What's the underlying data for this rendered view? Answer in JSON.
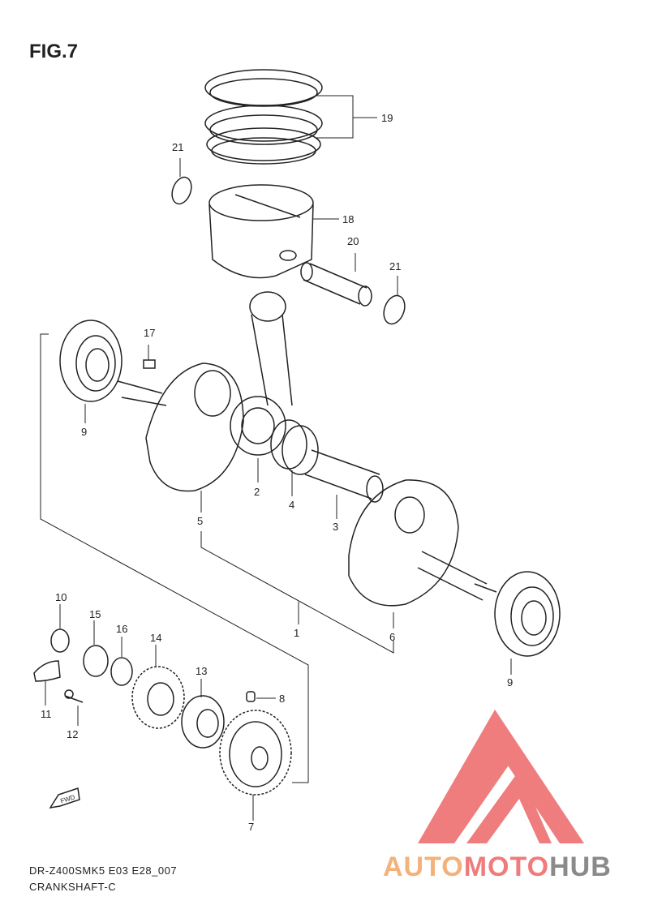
{
  "figure": {
    "title": "FIG.7"
  },
  "footer": {
    "line1": "DR-Z400SMK5 E03 E28_007",
    "line2": "CRANKSHAFT-C"
  },
  "parts": [
    {
      "ref": "1"
    },
    {
      "ref": "2"
    },
    {
      "ref": "3"
    },
    {
      "ref": "4"
    },
    {
      "ref": "5"
    },
    {
      "ref": "6"
    },
    {
      "ref": "7"
    },
    {
      "ref": "8"
    },
    {
      "ref": "9"
    },
    {
      "ref": "10"
    },
    {
      "ref": "11"
    },
    {
      "ref": "12"
    },
    {
      "ref": "13"
    },
    {
      "ref": "14"
    },
    {
      "ref": "15"
    },
    {
      "ref": "16"
    },
    {
      "ref": "17"
    },
    {
      "ref": "18"
    },
    {
      "ref": "19"
    },
    {
      "ref": "20"
    },
    {
      "ref": "21"
    }
  ],
  "direction_badge": {
    "label": "FWD"
  },
  "watermark": {
    "part1": "AUTO",
    "part2": "MOTO",
    "part3": "HUB",
    "colors": {
      "logo": "#ef6f6f",
      "auto": "#f3b27a",
      "moto": "#f07b7b",
      "hub": "#8a8a8a"
    }
  }
}
